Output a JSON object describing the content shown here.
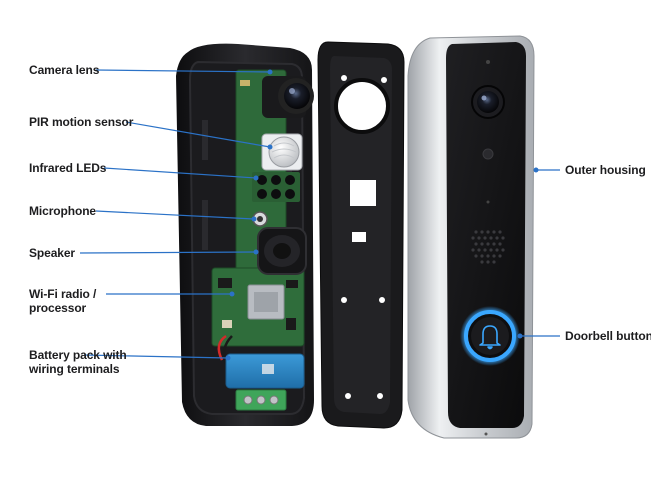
{
  "labels": {
    "camera_lens": "Camera lens",
    "pir_sensor": "PIR motion sensor",
    "infrared_leds": "Infrared LEDs",
    "microphone": "Microphone",
    "speaker": "Speaker",
    "wifi_line1": "Wi-Fi radio /",
    "wifi_line2": "processor",
    "battery_line1": "Battery pack with",
    "battery_line2": "wiring terminals",
    "outer_housing": "Outer housing",
    "doorbell_button": "Doorbell button"
  },
  "colors": {
    "callout": "#2b72c7",
    "text": "#1d1d1f",
    "pcb": "#2e6a3a",
    "housing_silver": "#d7d9dc",
    "face_black": "#141416",
    "button_ring": "#3aa7ff",
    "battery": "#2a86c8",
    "terminal_block": "#3fa55a"
  }
}
